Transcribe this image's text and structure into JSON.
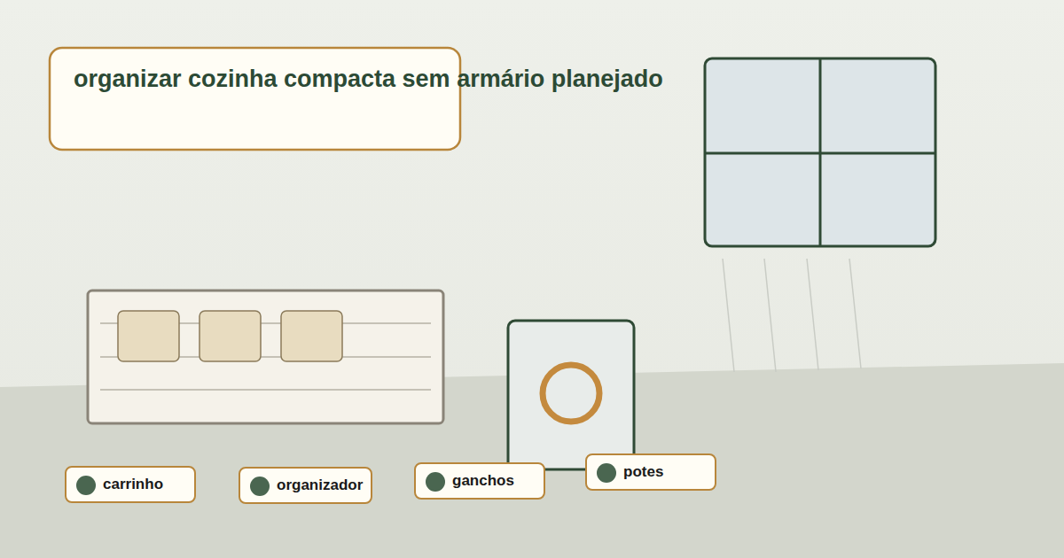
{
  "diagram": {
    "title": "organizar cozinha compacta sem armário planejado",
    "nodes": [
      {
        "text": [
          "carrinho"
        ]
      },
      {
        "text": [
          "organizador"
        ]
      },
      {
        "text": [
          "ganchos"
        ]
      },
      {
        "text": [
          "potes"
        ]
      }
    ]
  }
}
